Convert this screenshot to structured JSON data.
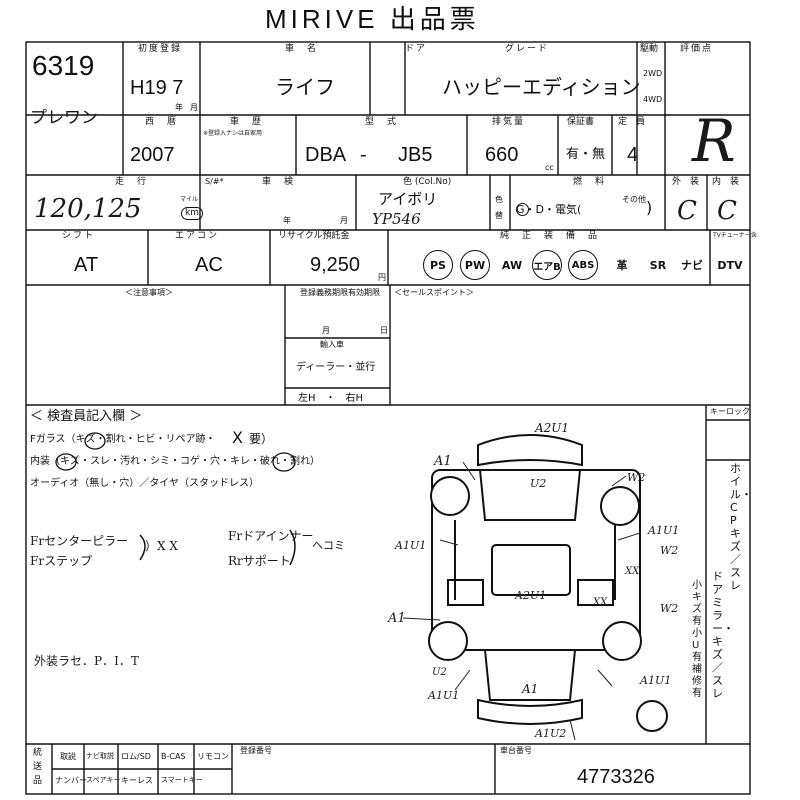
{
  "title": "MIRIVE 出品票",
  "lot_number": "6319",
  "first_registration": {
    "label": "初度登録",
    "value": "H19  7",
    "year_label": "年",
    "month_label": "月"
  },
  "car_name": {
    "label": "車　名",
    "value": "ライフ"
  },
  "door": {
    "label": "ドア"
  },
  "grade": {
    "label": "グレード",
    "value": "ハッピーエディション"
  },
  "drive": {
    "label": "駆動",
    "opt1": "2WD",
    "opt2": "4WD"
  },
  "rating": {
    "label": "評価点",
    "value": "R"
  },
  "owner_note": "プレワン",
  "western_year": {
    "label": "西　暦",
    "value": "2007"
  },
  "shaken_history": {
    "label": "車　歴",
    "sub": "※登録入ナシは自家用"
  },
  "model_type": {
    "label": "型　式",
    "prefix": "DBA",
    "dash": "-",
    "code": "JB5"
  },
  "displacement": {
    "label": "排気量",
    "value": "660",
    "unit": "cc"
  },
  "warranty_book": {
    "label": "保証書",
    "value": "有・無"
  },
  "capacity": {
    "label": "定　員",
    "value": "4"
  },
  "mileage": {
    "label": "走　行",
    "sub": "S/#*",
    "unit": "マイル",
    "unit_km": "km",
    "value": "120,125"
  },
  "inspection": {
    "label": "車　検",
    "year_label": "年",
    "month_label": "月"
  },
  "color": {
    "label": "色 (Col.No)",
    "value": "アイボリ",
    "code": "YP546",
    "side1": "色",
    "side2": "替"
  },
  "fuel": {
    "label": "燃　料",
    "value": "G・D・電気(",
    "other": "その他",
    "close": ")"
  },
  "exterior": {
    "label": "外　装",
    "value": "C"
  },
  "interior": {
    "label": "内　装",
    "value": "C"
  },
  "shift": {
    "label": "シフト",
    "value": "AT"
  },
  "aircon": {
    "label": "エアコン",
    "value": "AC"
  },
  "recycle": {
    "label": "リサイクル預託金",
    "value": "9,250",
    "unit": "円"
  },
  "equipment": {
    "label": "純　正　装　備　品",
    "circled": [
      "PS",
      "PW",
      "エアB",
      "ABS"
    ],
    "items": [
      "PS",
      "PW",
      "AW",
      "エアB",
      "ABS",
      "革",
      "SR",
      "ナビ",
      "DTV"
    ],
    "tuner_label": "TVチューナー含"
  },
  "caution": {
    "label": "＜注意事項＞"
  },
  "registration_expiry": {
    "label": "登録義務期限有効期限",
    "month_label": "月",
    "day_label": "日"
  },
  "sales_point": {
    "label": "＜セールスポイント＞"
  },
  "import": {
    "label": "輸入車",
    "dealer": "ディーラー・並行",
    "steering": "左H　・　右H"
  },
  "inspector": {
    "label": "＜ 検査員記入欄 ＞",
    "glass": "Fガラス（キズ・割れ・ヒビ・リペア跡・",
    "glass_mark": "X",
    "glass_suffix": "要）",
    "interior_line": "内装（キズ・スレ・汚れ・シミ・コゲ・穴・キレ・破れ・割れ）",
    "audio_line": "オーディオ（無し・穴）／タイヤ（スタッドレス）"
  },
  "handwritten": {
    "note1a": "Frセンターピラー",
    "note1b": "Frステップ",
    "note1c": "）X X",
    "note2a": "Frドアインナー",
    "note2b": "Rrサポート",
    "note2c": "ヘコミ",
    "note3": "外装ラセ．P．I．T"
  },
  "keylock": {
    "label": "キーロック"
  },
  "side_notes": {
    "col1": "ホイル・CPキズ／スレ",
    "col2": "ドアミラー・キズ／スレ",
    "col3": "小キズ有　小U有　補修有"
  },
  "damage_marks": {
    "top": "A2U1",
    "u2a": "U2",
    "a1_tl": "A1",
    "w2": "W2",
    "a1u1_r": "A1U1",
    "a1u1_l": "A1U1",
    "w2b": "W2",
    "xx1": "XX",
    "a2u1": "A2U1",
    "xx2": "XX",
    "w2c": "W2",
    "a1_l": "A1",
    "a1_bottom": "A1",
    "a1u1_bl": "A1U1",
    "a1u1_br": "A1U1",
    "a1u2": "A1U2",
    "u2b": "U2"
  },
  "bottom": {
    "label_tougou": "統送品",
    "row1": [
      "取説",
      "ナビ取説",
      "ロム/SD",
      "B-CAS",
      "リモコン"
    ],
    "row2": [
      "ナンバー",
      "スペアキー",
      "キーレス",
      "スマートキー"
    ],
    "reg_number": {
      "label": "登録番号"
    },
    "chassis": {
      "label": "車台番号",
      "value": "4773326"
    }
  }
}
